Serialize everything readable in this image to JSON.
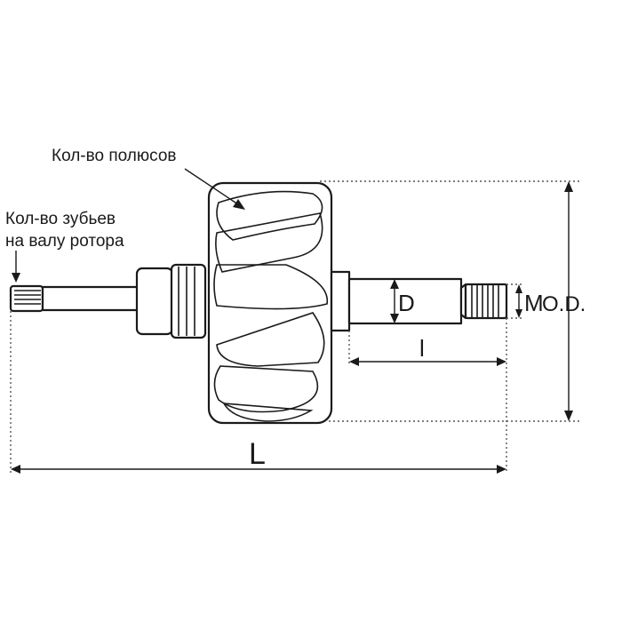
{
  "labels": {
    "poles": "Кол-во полюсов",
    "teeth_line1": "Кол-во зубьев",
    "teeth_line2": "на валу ротора"
  },
  "dimensions": {
    "length": "L",
    "core_diameter": "D",
    "shaft_length": "l",
    "thread": "M",
    "outer_diameter": "O.D."
  }
}
